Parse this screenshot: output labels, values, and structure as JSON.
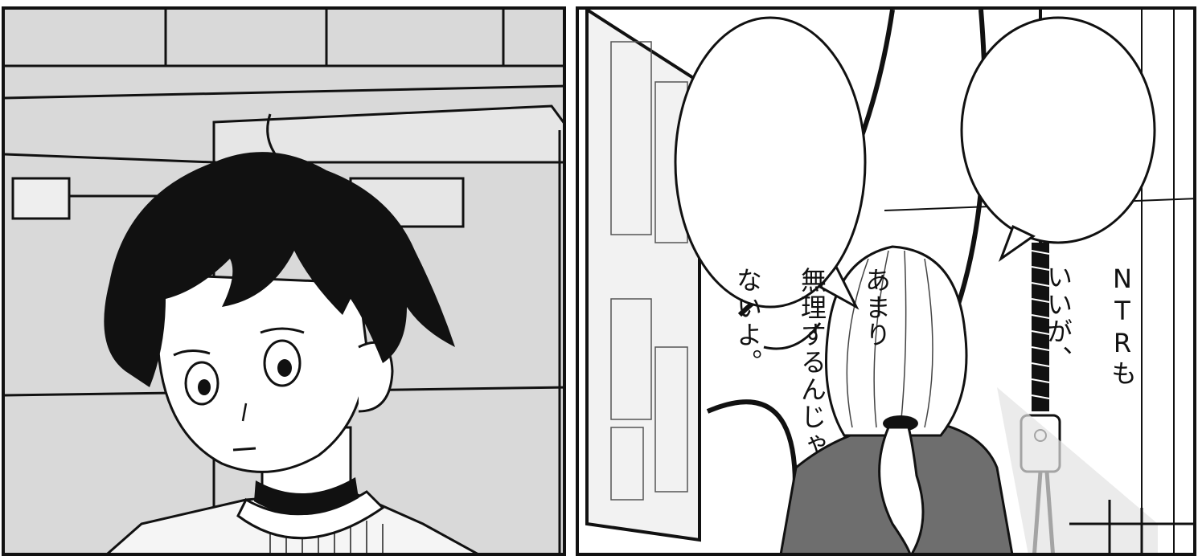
{
  "page": {
    "type": "manga-page",
    "panel_count": 2
  },
  "panels": {
    "left": {
      "description_tag": "boy-portrait"
    },
    "right": {
      "bubbles": {
        "ntr": {
          "lines": [
            "NTRも",
            "いいが、"
          ]
        },
        "amari": {
          "lines": [
            "あまり",
            "無理するんじゃ",
            "ないよ。"
          ]
        }
      }
    }
  },
  "colors": {
    "ink": "#111111",
    "screentone": "#d9d9d9",
    "paper": "#ffffff"
  }
}
